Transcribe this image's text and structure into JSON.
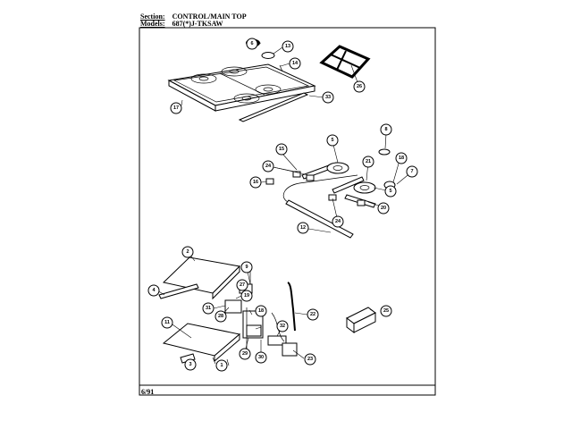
{
  "header": {
    "section_label": "Section:",
    "section_value": "CONTROL/MAIN TOP",
    "models_label": "Models:",
    "models_value": "687(*)J-TKSAW"
  },
  "footer": {
    "date": "6/91"
  },
  "callouts": [
    "6",
    "13",
    "14",
    "26",
    "17",
    "33",
    "8",
    "15",
    "5",
    "24",
    "21",
    "18",
    "7",
    "16",
    "5",
    "20",
    "24",
    "12",
    "2",
    "9",
    "27",
    "4",
    "19",
    "28",
    "31",
    "22",
    "25",
    "11",
    "18",
    "32",
    "29",
    "30",
    "23",
    "3",
    "1"
  ]
}
